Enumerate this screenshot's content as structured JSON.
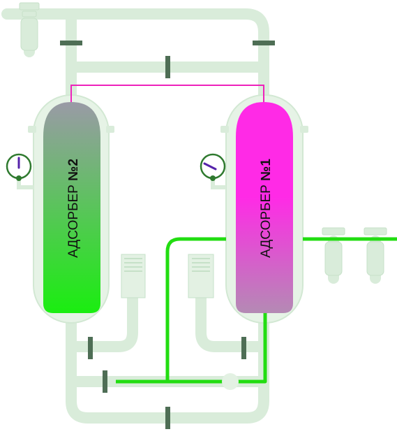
{
  "adsorbers": [
    {
      "id": "adsorber-2",
      "label": "АДСОРБЕР",
      "number": "№2",
      "fill_top": "#9a9aa6",
      "fill_bottom": "#1aee10"
    },
    {
      "id": "adsorber-1",
      "label": "АДСОРБЕР",
      "number": "№1",
      "fill_top": "#ff2ae6",
      "fill_bottom": "#b48ab4"
    }
  ],
  "gauges": [
    {
      "id": "gauge-adsorber-2",
      "needle_color": "#5522aa"
    },
    {
      "id": "gauge-adsorber-1",
      "needle_color": "#5522aa"
    }
  ],
  "colors": {
    "pipe": "#d9ecda",
    "pipe_edge": "#c6e1c8",
    "active_flow": "#22dd11",
    "top_link": "#ee22bb",
    "valve": "#4e6e55",
    "gauge_ring": "#2f7a2f"
  }
}
